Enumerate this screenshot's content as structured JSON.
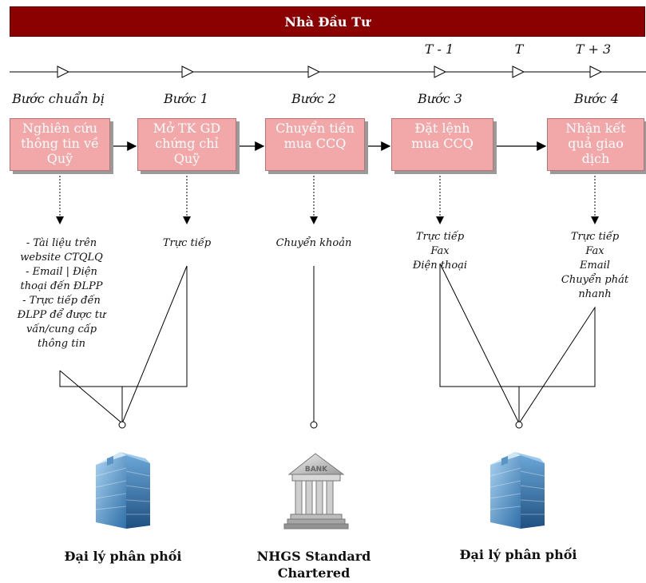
{
  "header": {
    "title": "Nhà Đầu Tư"
  },
  "timeline": {
    "labels": [
      "T - 1",
      "T",
      "T + 3"
    ]
  },
  "steps": [
    {
      "label": "Bước chuẩn bị",
      "box": "Nghiên cứu\nthông tin về\nQuỹ",
      "channels": "- Tài liệu trên\nwebsite CTQLQ\n- Email | Điện\nthoại đến ĐLPP\n- Trực tiếp đến\nĐLPP để được tư\nvấn/cung cấp\nthông tin"
    },
    {
      "label": "Bước 1",
      "box": "Mở TK GD\nchứng chỉ\nQuỹ",
      "channels": "Trực tiếp"
    },
    {
      "label": "Bước 2",
      "box": "Chuyển tiền\nmua CCQ",
      "channels": "Chuyển khoản"
    },
    {
      "label": "Bước 3",
      "box": "Đặt lệnh\nmua CCQ",
      "channels": "Trực tiếp\nFax\nĐiện thoại"
    },
    {
      "label": "Bước 4",
      "box": "Nhận kết\nquả giao\ndịch",
      "channels": "Trực tiếp\nFax\nEmail\nChuyển phát\nnhanh"
    }
  ],
  "entities": [
    {
      "label": "Đại lý phân phối",
      "icon": "office-building-icon"
    },
    {
      "label": "NHGS Standard\nChartered",
      "icon": "bank-icon"
    },
    {
      "label": "Đại lý phân phối",
      "icon": "office-building-icon"
    }
  ],
  "colors": {
    "header_bg": "#8b0000",
    "box_fill": "#f2a7a8",
    "box_text": "#ffffff",
    "building_blue": "#4a8fc7"
  }
}
